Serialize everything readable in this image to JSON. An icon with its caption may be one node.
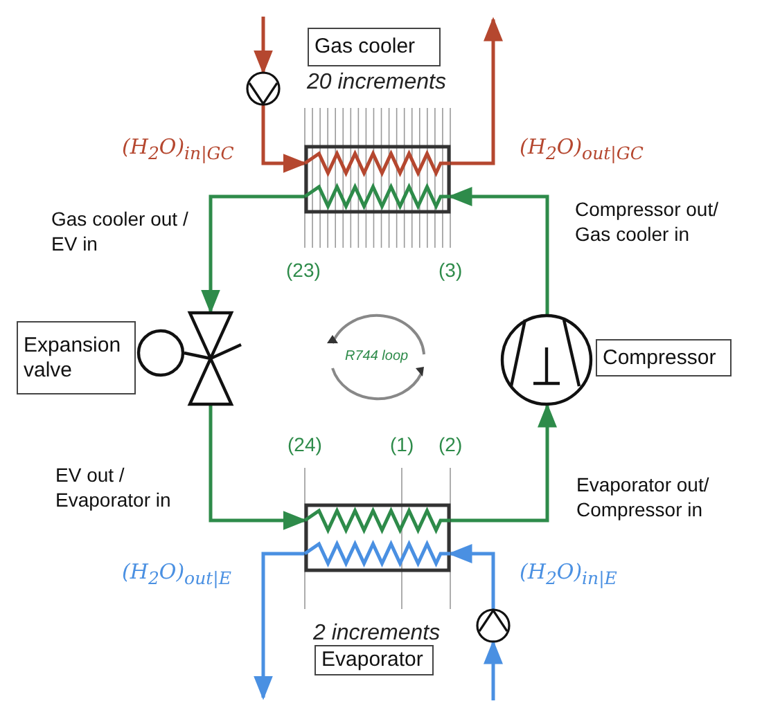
{
  "diagram": {
    "nodes": [
      {
        "text": [
          "Gas cooler"
        ]
      },
      {
        "text": [],
        "shape": "box"
      },
      {
        "text": [
          "Expansion valve"
        ]
      },
      {
        "text": [],
        "shape": "valve"
      },
      {
        "text": [
          "Compressor"
        ]
      },
      {
        "text": [],
        "shape": "circle"
      },
      {
        "text": [],
        "shape": "box"
      },
      {
        "text": [
          "Evaporator"
        ]
      },
      {
        "text": [],
        "shape": "circle"
      },
      {
        "text": [],
        "shape": "circle"
      }
    ],
    "edges": [
      {
        "from": 5,
        "to": 1,
        "arrow": "to"
      },
      {
        "from": 1,
        "to": 3,
        "arrow": "to"
      },
      {
        "from": 3,
        "to": 6,
        "arrow": "to"
      },
      {
        "from": 6,
        "to": 5,
        "arrow": "to"
      },
      {
        "from": null,
        "to": 8,
        "arrow": "to",
        "color": "#b5472f"
      },
      {
        "from": 8,
        "to": 1,
        "arrow": "to",
        "color": "#b5472f"
      },
      {
        "from": 1,
        "to": null,
        "arrow": "to",
        "color": "#b5472f"
      },
      {
        "from": null,
        "to": 9,
        "arrow": "to",
        "color": "#4a90e2"
      },
      {
        "from": 9,
        "to": 6,
        "arrow": "to",
        "color": "#4a90e2"
      },
      {
        "from": 6,
        "to": null,
        "arrow": "to",
        "color": "#4a90e2"
      }
    ],
    "labels": [
      "20 increments",
      "(H$_{2}$O)$_{in|GC}$",
      "(H$_{2}$O)$_{out|GC}$",
      "Gas cooler out / EV in",
      "Compressor out/ Gas cooler in",
      "(23)",
      "(3)",
      "R744 loop",
      "(24)",
      "(1)",
      "(2)",
      "EV out / Evaporator in",
      "Evaporator out/ Compressor in",
      "(H$_{2}$O)$_{out|E}$",
      "(H$_{2}$O)$_{in|E}$",
      "2 increments"
    ]
  }
}
